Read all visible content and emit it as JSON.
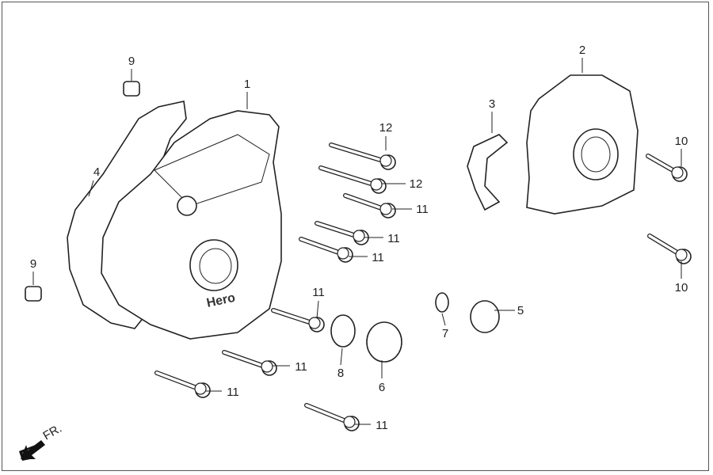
{
  "diagram": {
    "direction_label": "FR.",
    "brand_logo": "Hero",
    "callouts": [
      {
        "id": "1",
        "name": "left-crankcase-cover"
      },
      {
        "id": "2",
        "name": "cover-upper"
      },
      {
        "id": "3",
        "name": "bracket"
      },
      {
        "id": "4",
        "name": "gasket"
      },
      {
        "id": "5",
        "name": "cap"
      },
      {
        "id": "6",
        "name": "plug"
      },
      {
        "id": "7",
        "name": "o-ring-small"
      },
      {
        "id": "8",
        "name": "o-ring-large"
      },
      {
        "id": "9",
        "name": "dowel-pin-upper"
      },
      {
        "id": "9",
        "name": "dowel-pin-lower"
      },
      {
        "id": "10",
        "name": "bolt-upper-right"
      },
      {
        "id": "10",
        "name": "bolt-lower-right"
      },
      {
        "id": "11",
        "name": "bolt"
      },
      {
        "id": "11",
        "name": "bolt"
      },
      {
        "id": "11",
        "name": "bolt"
      },
      {
        "id": "11",
        "name": "bolt"
      },
      {
        "id": "11",
        "name": "bolt"
      },
      {
        "id": "11",
        "name": "bolt"
      },
      {
        "id": "11",
        "name": "bolt"
      },
      {
        "id": "12",
        "name": "bolt-long"
      },
      {
        "id": "12",
        "name": "bolt-long"
      }
    ]
  }
}
